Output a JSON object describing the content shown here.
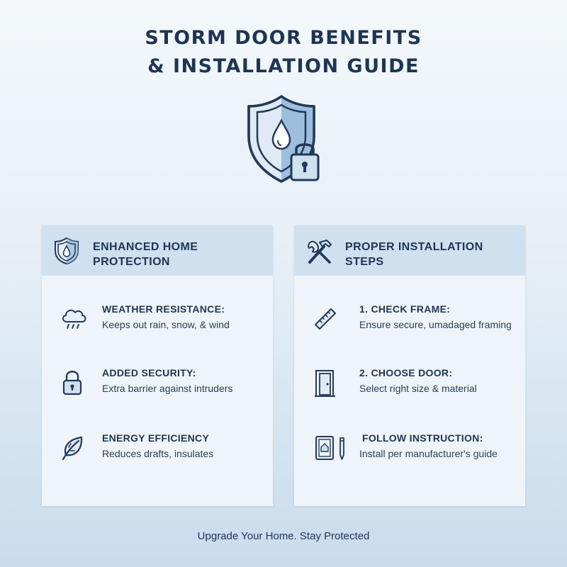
{
  "title": {
    "line1": "STORM DOOR BENEFITS",
    "line2": "& INSTALLATION GUIDE"
  },
  "hero_icon": "shield-water-lock-icon",
  "benefits": {
    "heading_line1": "ENHANCED HOME",
    "heading_line2": "PROTECTION",
    "icon": "shield-drop-icon",
    "items": [
      {
        "title": "WEATHER RESISTANCE:",
        "desc": "Keeps out rain, snow, & wind",
        "icon": "rain-cloud-icon"
      },
      {
        "title": "ADDED SECURITY:",
        "desc": "Extra barrier against intruders",
        "icon": "padlock-icon"
      },
      {
        "title": "ENERGY EFFICIENCY",
        "desc": "Reduces drafts, insulates",
        "icon": "leaf-icon"
      }
    ]
  },
  "installation": {
    "heading_line1": "PROPER INSTALLATION",
    "heading_line2": "STEPS",
    "icon": "hammer-wrench-icon",
    "items": [
      {
        "title": "1. CHECK FRAME:",
        "desc": "Ensure secure, umadaged framing",
        "icon": "ruler-icon"
      },
      {
        "title": "2. CHOOSE DOOR:",
        "desc": "Select right size & material",
        "icon": "door-icon"
      },
      {
        "title": "FOLLOW INSTRUCTION:",
        "desc": "Install per manufacturer's guide",
        "icon": "manual-pencil-icon"
      }
    ]
  },
  "footer": "Upgrade Your Home. Stay Protected",
  "colors": {
    "accent_dark": "#1d3553",
    "accent_blue": "#8fb3d4",
    "header_band": "#cfe0ee",
    "card_bg": "#eef4f9"
  }
}
